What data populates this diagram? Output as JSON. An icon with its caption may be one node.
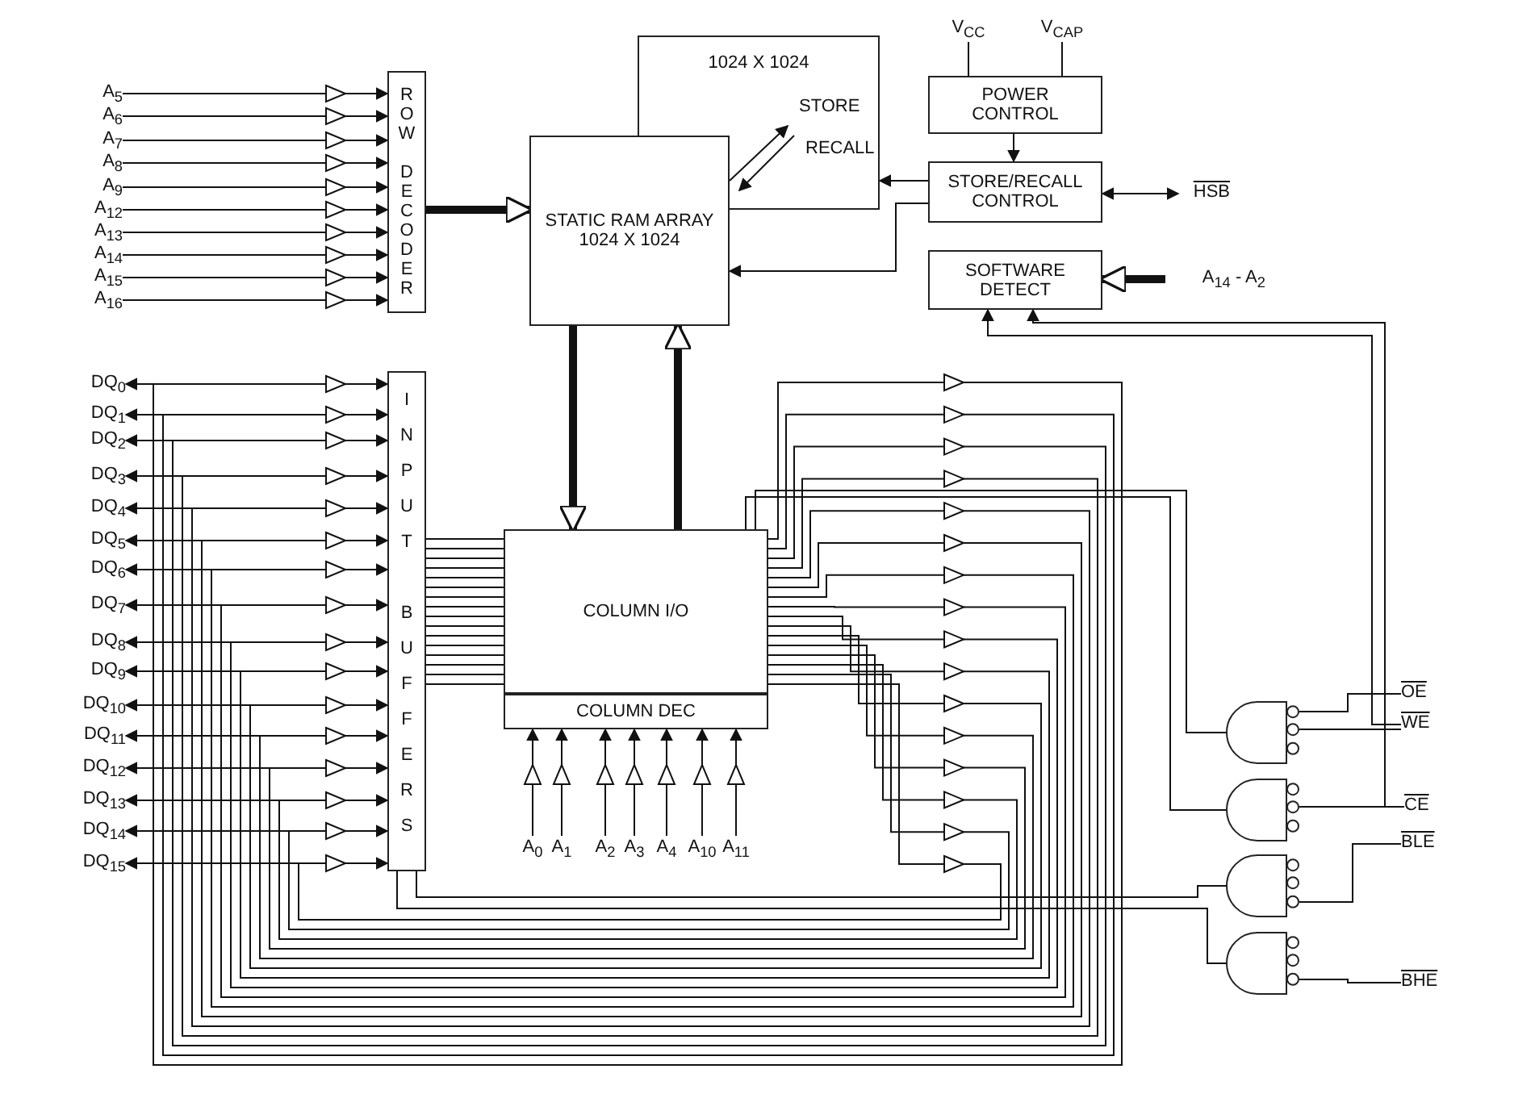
{
  "diagram": {
    "nodes": [
      {
        "text": [
          "1024 X 1024"
        ]
      },
      {
        "text": [
          "ROW DECODER"
        ]
      },
      {
        "text": [
          "STATIC RAM ARRAY 1024 X 1024"
        ]
      },
      {
        "text": [
          "POWER CONTROL"
        ]
      },
      {
        "text": [
          "STORE/RECALL CONTROL"
        ]
      },
      {
        "text": [
          "SOFTWARE DETECT"
        ]
      },
      {
        "text": [
          "INPUT BUFFERS"
        ]
      },
      {
        "text": [
          "COLUMN I/O"
        ]
      },
      {
        "text": [
          "COLUMN DEC"
        ]
      },
      {
        "text": [
          "V$_{CC}$"
        ]
      },
      {
        "text": [
          "V$_{CAP}$"
        ]
      },
      {
        "text": [
          "HSB"
        ]
      },
      {
        "text": [
          "A$_{14}$ - A$_{2}$"
        ]
      },
      {
        "text": [
          "A$_{5}$"
        ]
      },
      {
        "text": [
          "A$_{6}$"
        ]
      },
      {
        "text": [
          "A$_{7}$"
        ]
      },
      {
        "text": [
          "A$_{8}$"
        ]
      },
      {
        "text": [
          "A$_{9}$"
        ]
      },
      {
        "text": [
          "A$_{12}$"
        ]
      },
      {
        "text": [
          "A$_{13}$"
        ]
      },
      {
        "text": [
          "A$_{14}$"
        ]
      },
      {
        "text": [
          "A$_{15}$"
        ]
      },
      {
        "text": [
          "A$_{16}$"
        ]
      },
      {
        "text": [
          "DQ$_{0}$"
        ]
      },
      {
        "text": [
          "DQ$_{1}$"
        ]
      },
      {
        "text": [
          "DQ$_{2}$"
        ]
      },
      {
        "text": [
          "DQ$_{3}$"
        ]
      },
      {
        "text": [
          "DQ$_{4}$"
        ]
      },
      {
        "text": [
          "DQ$_{5}$"
        ]
      },
      {
        "text": [
          "DQ$_{6}$"
        ]
      },
      {
        "text": [
          "DQ$_{7}$"
        ]
      },
      {
        "text": [
          "DQ$_{8}$"
        ]
      },
      {
        "text": [
          "DQ$_{9}$"
        ]
      },
      {
        "text": [
          "DQ$_{10}$"
        ]
      },
      {
        "text": [
          "DQ$_{11}$"
        ]
      },
      {
        "text": [
          "DQ$_{12}$"
        ]
      },
      {
        "text": [
          "DQ$_{13}$"
        ]
      },
      {
        "text": [
          "DQ$_{14}$"
        ]
      },
      {
        "text": [
          "DQ$_{15}$"
        ]
      },
      {
        "text": [
          "A$_{0}$"
        ]
      },
      {
        "text": [
          "A$_{1}$"
        ]
      },
      {
        "text": [
          "A$_{2}$"
        ]
      },
      {
        "text": [
          "A$_{3}$"
        ]
      },
      {
        "text": [
          "A$_{4}$"
        ]
      },
      {
        "text": [
          "A$_{10}$"
        ]
      },
      {
        "text": [
          "A$_{11}$"
        ]
      },
      {
        "text": [
          "OE"
        ]
      },
      {
        "text": [
          "WE"
        ]
      },
      {
        "text": [
          "CE"
        ]
      },
      {
        "text": [
          "BLE"
        ]
      },
      {
        "text": [
          "BHE"
        ]
      },
      {
        "text": [],
        "shape": "gate"
      },
      {
        "text": [],
        "shape": "gate"
      },
      {
        "text": [],
        "shape": "gate"
      },
      {
        "text": [],
        "shape": "gate"
      }
    ],
    "edges": [
      {
        "from": 13,
        "to": 1,
        "arrow": "to"
      },
      {
        "from": 14,
        "to": 1,
        "arrow": "to"
      },
      {
        "from": 15,
        "to": 1,
        "arrow": "to"
      },
      {
        "from": 16,
        "to": 1,
        "arrow": "to"
      },
      {
        "from": 17,
        "to": 1,
        "arrow": "to"
      },
      {
        "from": 18,
        "to": 1,
        "arrow": "to"
      },
      {
        "from": 19,
        "to": 1,
        "arrow": "to"
      },
      {
        "from": 20,
        "to": 1,
        "arrow": "to"
      },
      {
        "from": 21,
        "to": 1,
        "arrow": "to"
      },
      {
        "from": 22,
        "to": 1,
        "arrow": "to"
      },
      {
        "from": 1,
        "to": 2,
        "arrow": "to",
        "style": "thick"
      },
      {
        "from": 2,
        "to": 0,
        "arrow": "to",
        "label": "STORE"
      },
      {
        "from": 0,
        "to": 2,
        "arrow": "to",
        "label": "RECALL"
      },
      {
        "from": 9,
        "to": 3,
        "arrow": "none"
      },
      {
        "from": 10,
        "to": 3,
        "arrow": "none"
      },
      {
        "from": 3,
        "to": 4,
        "arrow": "to"
      },
      {
        "from": 4,
        "to": 0,
        "arrow": "to"
      },
      {
        "from": 4,
        "to": 2,
        "arrow": "to"
      },
      {
        "from": 11,
        "to": 4,
        "arrow": "both"
      },
      {
        "from": 12,
        "to": 5,
        "arrow": "to",
        "style": "thick"
      },
      {
        "from": 23,
        "to": 6,
        "arrow": "to"
      },
      {
        "from": 24,
        "to": 6,
        "arrow": "to"
      },
      {
        "from": 25,
        "to": 6,
        "arrow": "to"
      },
      {
        "from": 26,
        "to": 6,
        "arrow": "to"
      },
      {
        "from": 27,
        "to": 6,
        "arrow": "to"
      },
      {
        "from": 28,
        "to": 6,
        "arrow": "to"
      },
      {
        "from": 29,
        "to": 6,
        "arrow": "to"
      },
      {
        "from": 30,
        "to": 6,
        "arrow": "to"
      },
      {
        "from": 31,
        "to": 6,
        "arrow": "to"
      },
      {
        "from": 32,
        "to": 6,
        "arrow": "to"
      },
      {
        "from": 33,
        "to": 6,
        "arrow": "to"
      },
      {
        "from": 34,
        "to": 6,
        "arrow": "to"
      },
      {
        "from": 35,
        "to": 6,
        "arrow": "to"
      },
      {
        "from": 36,
        "to": 6,
        "arrow": "to"
      },
      {
        "from": 37,
        "to": 6,
        "arrow": "to"
      },
      {
        "from": 38,
        "to": 6,
        "arrow": "to"
      },
      {
        "from": 6,
        "to": 7,
        "arrow": "none"
      },
      {
        "from": 2,
        "to": 7,
        "arrow": "to",
        "style": "thick"
      },
      {
        "from": 7,
        "to": 2,
        "arrow": "to",
        "style": "thick"
      },
      {
        "from": 39,
        "to": 8,
        "arrow": "to"
      },
      {
        "from": 40,
        "to": 8,
        "arrow": "to"
      },
      {
        "from": 41,
        "to": 8,
        "arrow": "to"
      },
      {
        "from": 42,
        "to": 8,
        "arrow": "to"
      },
      {
        "from": 43,
        "to": 8,
        "arrow": "to"
      },
      {
        "from": 44,
        "to": 8,
        "arrow": "to"
      },
      {
        "from": 45,
        "to": 8,
        "arrow": "to"
      },
      {
        "from": 7,
        "to": 23,
        "arrow": "to"
      },
      {
        "from": 7,
        "to": 24,
        "arrow": "to"
      },
      {
        "from": 7,
        "to": 25,
        "arrow": "to"
      },
      {
        "from": 7,
        "to": 26,
        "arrow": "to"
      },
      {
        "from": 7,
        "to": 27,
        "arrow": "to"
      },
      {
        "from": 7,
        "to": 28,
        "arrow": "to"
      },
      {
        "from": 7,
        "to": 29,
        "arrow": "to"
      },
      {
        "from": 7,
        "to": 30,
        "arrow": "to"
      },
      {
        "from": 7,
        "to": 31,
        "arrow": "to"
      },
      {
        "from": 7,
        "to": 32,
        "arrow": "to"
      },
      {
        "from": 7,
        "to": 33,
        "arrow": "to"
      },
      {
        "from": 7,
        "to": 34,
        "arrow": "to"
      },
      {
        "from": 7,
        "to": 35,
        "arrow": "to"
      },
      {
        "from": 7,
        "to": 36,
        "arrow": "to"
      },
      {
        "from": 7,
        "to": 37,
        "arrow": "to"
      },
      {
        "from": 7,
        "to": 38,
        "arrow": "to"
      },
      {
        "from": 46,
        "to": 51,
        "arrow": "none"
      },
      {
        "from": 47,
        "to": 51,
        "arrow": "none"
      },
      {
        "from": 48,
        "to": 52,
        "arrow": "none"
      },
      {
        "from": 49,
        "to": 53,
        "arrow": "none"
      },
      {
        "from": 50,
        "to": 54,
        "arrow": "none"
      },
      {
        "from": 47,
        "to": 5,
        "arrow": "to"
      },
      {
        "from": 48,
        "to": 5,
        "arrow": "to"
      },
      {
        "from": 51,
        "to": 7,
        "arrow": "none"
      },
      {
        "from": 52,
        "to": 7,
        "arrow": "none"
      },
      {
        "from": 53,
        "to": 6,
        "arrow": "none"
      },
      {
        "from": 54,
        "to": 6,
        "arrow": "none"
      }
    ]
  }
}
